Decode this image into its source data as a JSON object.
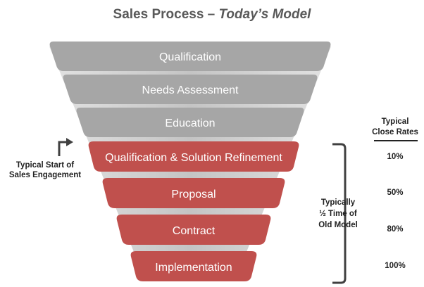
{
  "title": {
    "main": "Sales Process – ",
    "emphasis": "Today’s Model"
  },
  "stages": [
    {
      "label": "Qualification",
      "color": "#a6a6a6"
    },
    {
      "label": "Needs Assessment",
      "color": "#a6a6a6"
    },
    {
      "label": "Education",
      "color": "#a6a6a6"
    },
    {
      "label": "Qualification & Solution Refinement",
      "color": "#c0504d"
    },
    {
      "label": "Proposal",
      "color": "#c0504d"
    },
    {
      "label": "Contract",
      "color": "#c0504d"
    },
    {
      "label": "Implementation",
      "color": "#c0504d"
    }
  ],
  "engagement_label": {
    "line1": "Typical Start of",
    "line2": "Sales Engagement"
  },
  "bracket_label": {
    "line1": "Typically",
    "line2": "½ Time of",
    "line3": "Old Model"
  },
  "close_rates": {
    "header_line1": "Typical",
    "header_line2": "Close Rates",
    "values": [
      "10%",
      "50%",
      "80%",
      "100%"
    ]
  },
  "colors": {
    "gray_stage": "#a6a6a6",
    "red_stage": "#c0504d",
    "funnel_background": "#d0d0d0",
    "bracket": "#404040"
  }
}
